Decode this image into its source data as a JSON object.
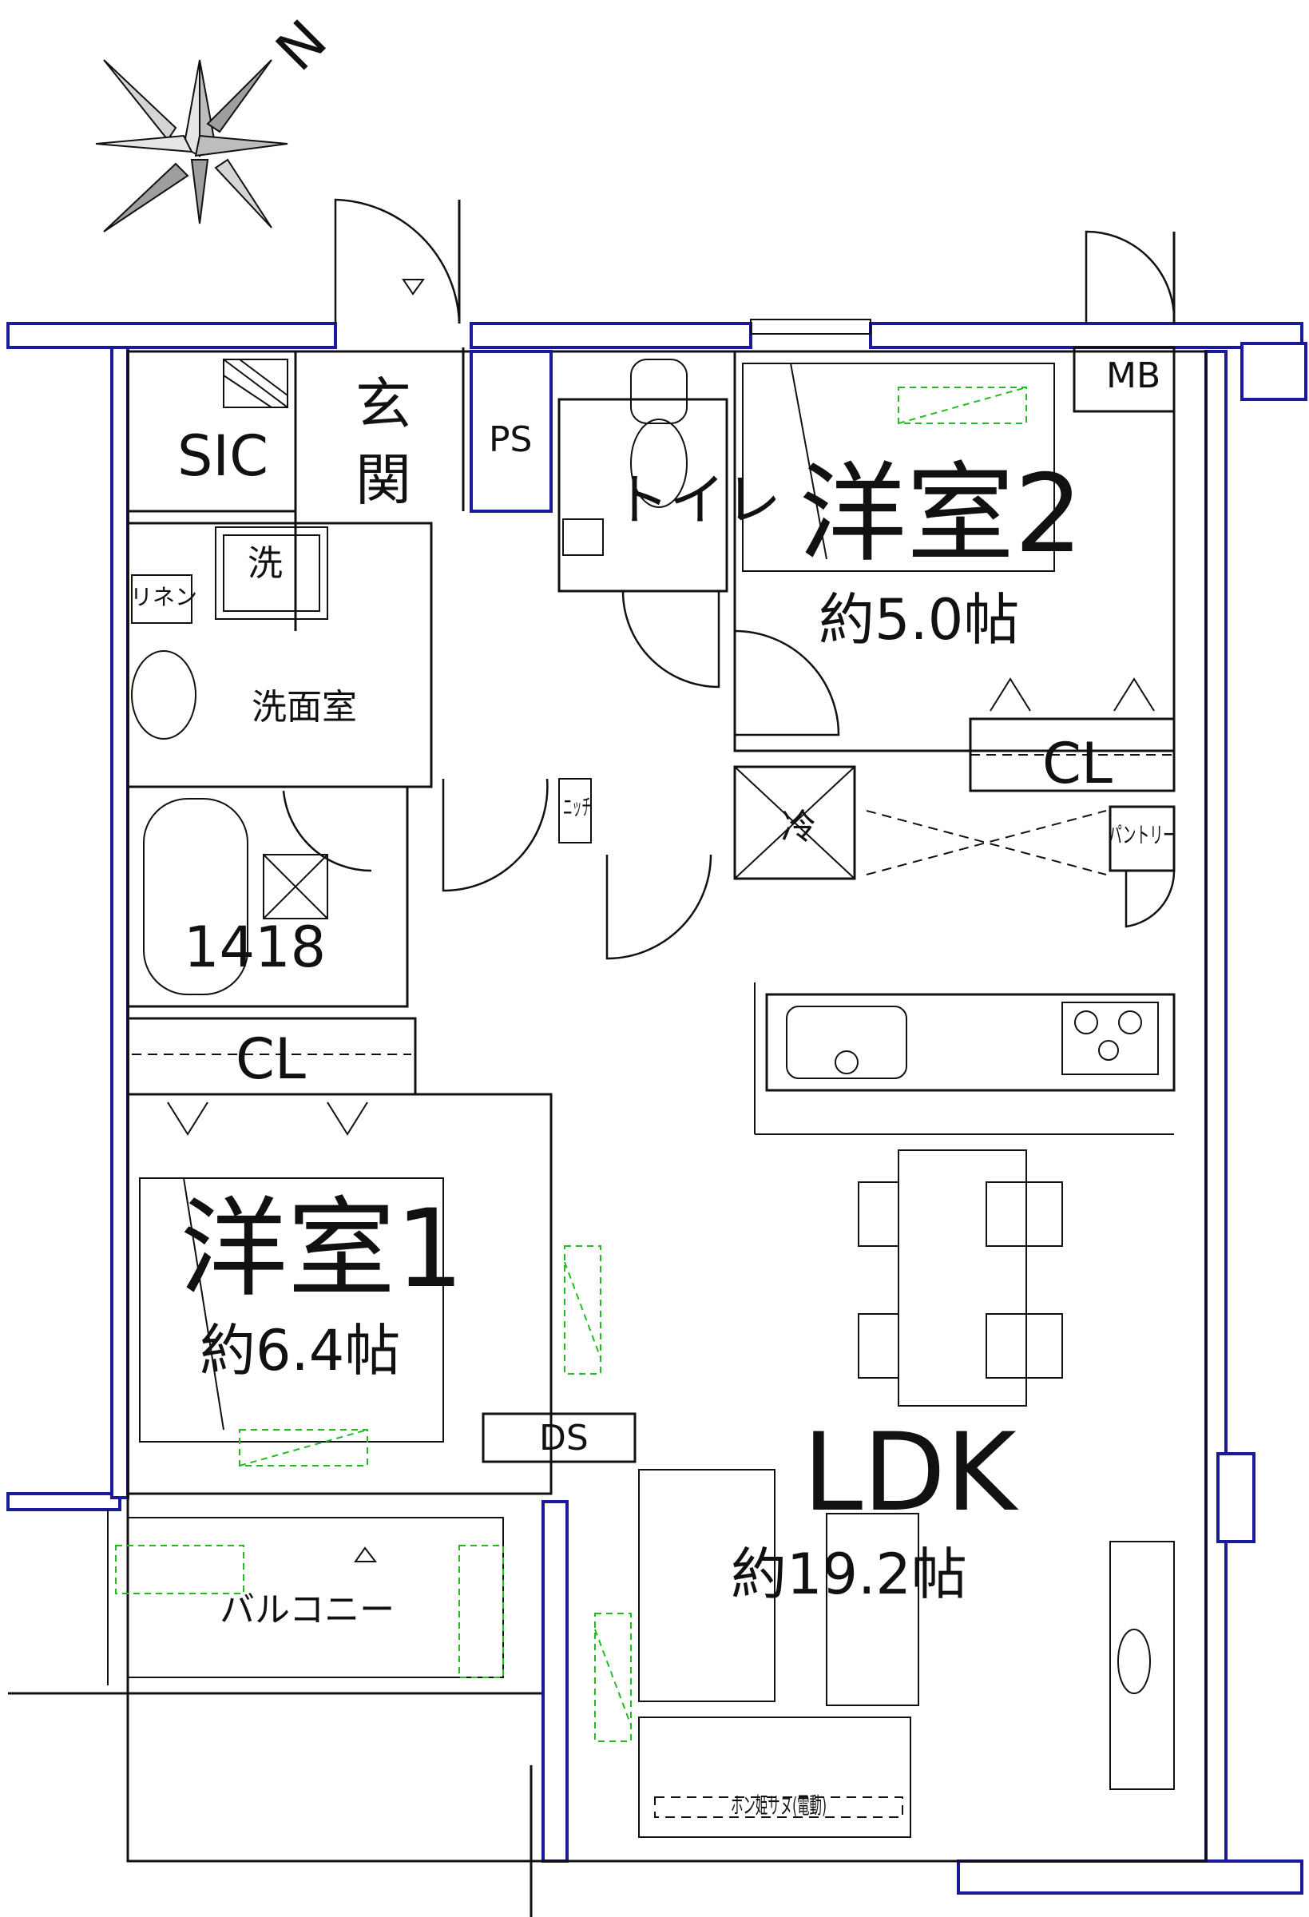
{
  "compass": {
    "north_label": "N",
    "icon": "compass-rose-icon"
  },
  "rooms": {
    "yoshitsu2": {
      "name": "洋室2",
      "area": "約5.0帖"
    },
    "yoshitsu1": {
      "name": "洋室1",
      "area": "約6.4帖"
    },
    "ldk": {
      "name": "LDK",
      "area": "約19.2帖"
    }
  },
  "labels": {
    "genkan": "玄関",
    "sic": "SIC",
    "ps": "PS",
    "toilet": "トイレ",
    "mb": "MB",
    "wash": "洗",
    "linen": "リネン",
    "senmenshitsu": "洗面室",
    "bath": "1418",
    "cl_bedroom2": "CL",
    "cl_bedroom1": "CL",
    "fridge": "冷",
    "pantry": "パントリー",
    "niche": "ニッチ",
    "ds": "DS",
    "balcony": "バルコニー",
    "lcd_rack": "ホン姫サヌ(電動)"
  },
  "colors": {
    "wall_outline": "#1a1a9a",
    "furniture_hint": "#22bb22"
  }
}
